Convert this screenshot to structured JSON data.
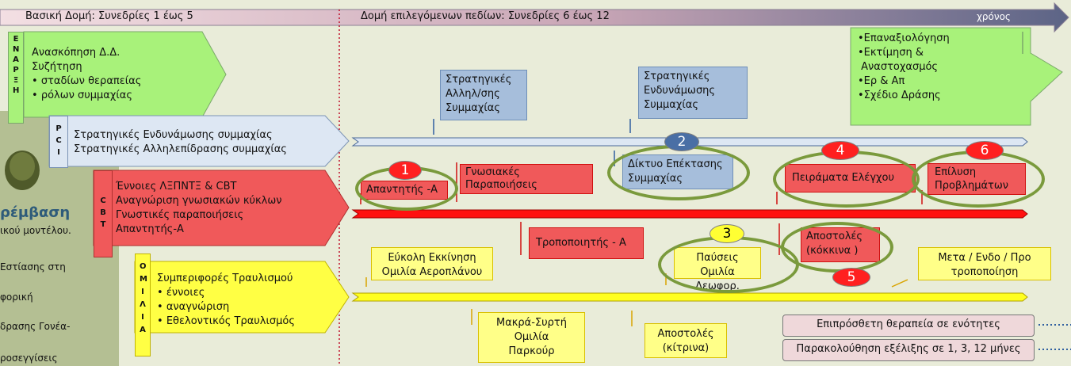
{
  "timeline": {
    "phase1": "Βασική Δομή: Συνεδρίες 1 έως 5",
    "phase2": "Δομή επιλεγόμενων πεδίων: Συνεδρίες 6 έως 12",
    "time_label": "χρόνος"
  },
  "side_labels": {
    "opening": "ΕΝΑΡΞΗ",
    "pci": "PCI",
    "cbt": "CBT",
    "speech": "ΟΜΙΛΙΑ"
  },
  "opening": {
    "line1": "Ανασκόπηση Δ.Δ.",
    "line2": "Συζήτηση",
    "bullets": [
      "σταδίων θεραπείας",
      "ρόλων συμμαχίας"
    ]
  },
  "pci": {
    "line1": "Στρατηγικές Ενδυνάμωσης συμμαχίας",
    "line2": "Στρατηγικές Αλληλεπίδρασης συμμαχίας"
  },
  "cbt": {
    "lines": [
      "Έννοιες ΛΞΠΝΤΞ & CBT",
      "Αναγνώριση γνωσιακών κύκλων",
      "Γνωστικές παραποιήσεις",
      "Απαντητής-Α"
    ]
  },
  "speech": {
    "title": "Συμπεριφορές Τραυλισμού",
    "bullets": [
      "έννοιες",
      "αναγνώριση",
      "Εθελοντικός Τραυλισμός"
    ]
  },
  "left_panel": {
    "title": "ρέμβαση",
    "lines": [
      "ικού μοντέλου.",
      "Εστίασης στη",
      "φορική",
      "δρασης Γονέα-",
      "ροσεγγίσεις"
    ]
  },
  "final_list": [
    "Επαναξιολόγηση",
    "Εκτίμηση &",
    "Αναστοχασμός",
    "Ερ & Απ",
    "Σχέδιο Δράσης"
  ],
  "boxes": {
    "blue1": "Στρατηγικές Αλληλ/σης Συμμαχίας",
    "blue1_lines": [
      "Στρατηγικές",
      "Αλληλ/σης",
      "Συμμαχίας"
    ],
    "blue2_lines": [
      "Στρατηγικές",
      "Ενδυνάμωσης",
      "Συμμαχίας"
    ],
    "network_lines": [
      "Δίκτυο Επέκτασης",
      "Συμμαχίας"
    ],
    "answerer": "Απαντητής -Α",
    "cognitive_lines": [
      "Γνωσιακές",
      "Παραποιήσεις"
    ],
    "experiments": "Πειράματα Ελέγχου",
    "problem_lines": [
      "Επίλυση",
      "Προβλημάτων"
    ],
    "modifier": "Τροποποιητής  - Α",
    "missions_red_lines": [
      "Αποστολές",
      "(κόκκινα )"
    ],
    "easy_start_lines": [
      "Εύκολη Εκκίνηση",
      "Ομιλία Αεροπλάνου"
    ],
    "pauses_lines": [
      "Παύσεις Ομιλία",
      "Λεωφορ."
    ],
    "meta_lines": [
      "Μετα / Ενδο / Προ",
      "τροποποίηση"
    ],
    "long_lines": [
      "Μακρά-Συρτή",
      "Ομιλία",
      "Παρκούρ"
    ],
    "missions_yellow_lines": [
      "Αποστολές",
      "(κίτρινα)"
    ],
    "extra_therapy": "Επιπρόσθετη θεραπεία σε ενότητες",
    "followup": "Παρακολούθηση εξέλιξης σε 1, 3, 12 μήνες"
  },
  "numbers": [
    "1",
    "2",
    "3",
    "4",
    "5",
    "6"
  ],
  "colors": {
    "green": "#a8f27a",
    "blue": "#dde7f3",
    "red": "#f0595a",
    "yellow": "#ffff33",
    "accent_dark": "#5f6f9e",
    "ellipse": "#7a9a3c"
  }
}
